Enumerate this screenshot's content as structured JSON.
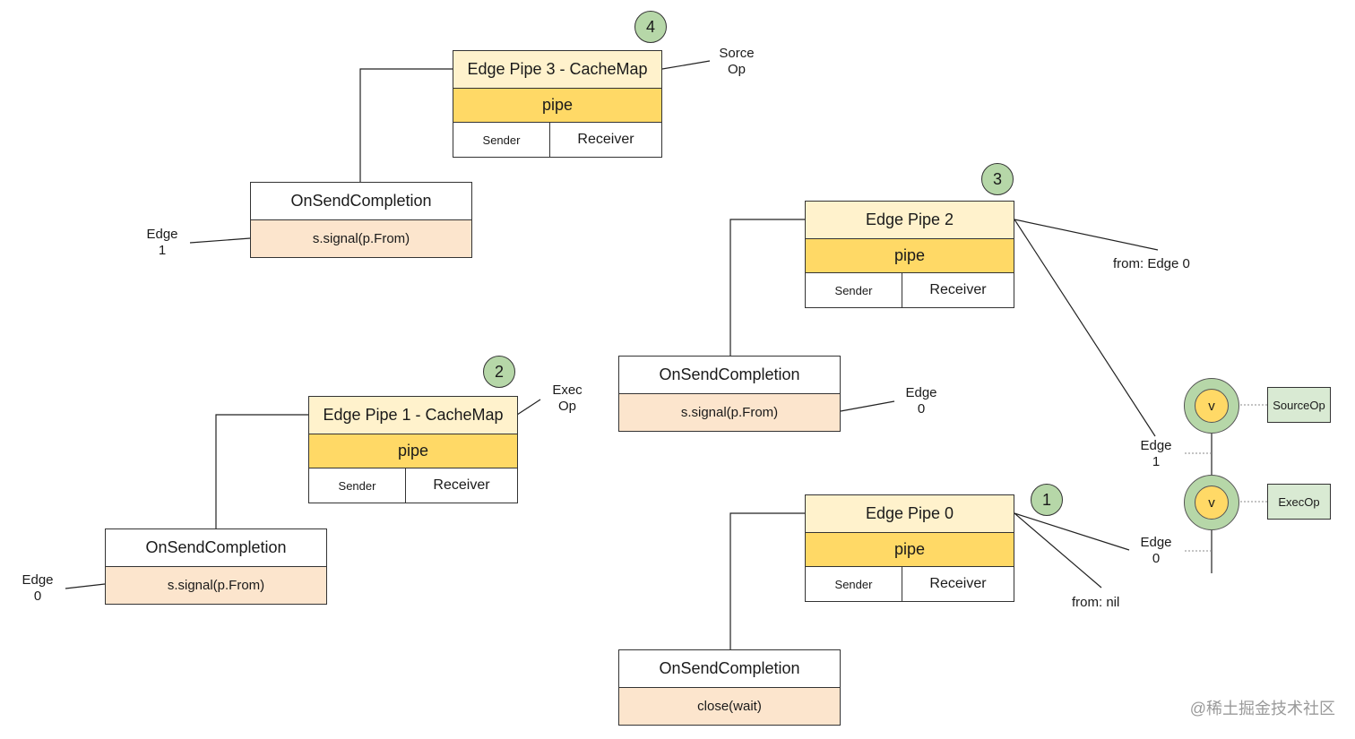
{
  "pipes": {
    "p3": {
      "title": "Edge Pipe 3 - CacheMap",
      "band": "pipe",
      "sender": "Sender",
      "receiver": "Receiver"
    },
    "p2": {
      "title": "Edge Pipe 2",
      "band": "pipe",
      "sender": "Sender",
      "receiver": "Receiver"
    },
    "p1": {
      "title": "Edge Pipe 1 - CacheMap",
      "band": "pipe",
      "sender": "Sender",
      "receiver": "Receiver"
    },
    "p0": {
      "title": "Edge Pipe 0",
      "band": "pipe",
      "sender": "Sender",
      "receiver": "Receiver"
    }
  },
  "completions": {
    "c1": {
      "head": "OnSendCompletion",
      "body": "s.signal(p.From)"
    },
    "c2": {
      "head": "OnSendCompletion",
      "body": "s.signal(p.From)"
    },
    "c3": {
      "head": "OnSendCompletion",
      "body": "s.signal(p.From)"
    },
    "c4": {
      "head": "OnSendCompletion",
      "body": "close(wait)"
    }
  },
  "badges": {
    "b4": "4",
    "b3": "3",
    "b2": "2",
    "b1": "1"
  },
  "labels": {
    "sorce_op": "Sorce\nOp",
    "edge1_top": "Edge\n1",
    "from_edge0": "from: Edge 0",
    "edge0_mid": "Edge\n0",
    "exec_op": "Exec\nOp",
    "edge0_left": "Edge\n0",
    "edge1_right": "Edge\n1",
    "edge0_right": "Edge\n0",
    "from_nil": "from: nil"
  },
  "graph": {
    "v_top": "v",
    "v_bottom": "v",
    "source_op": "SourceOp",
    "exec_op": "ExecOp"
  },
  "watermark": "@稀土掘金技术社区",
  "colors": {
    "title_fill": "#fff2cc",
    "pipe_fill": "#ffd966",
    "completion_fill": "#fce5cd",
    "badge_fill": "#b6d7a8",
    "op_fill": "#d9ead3"
  }
}
